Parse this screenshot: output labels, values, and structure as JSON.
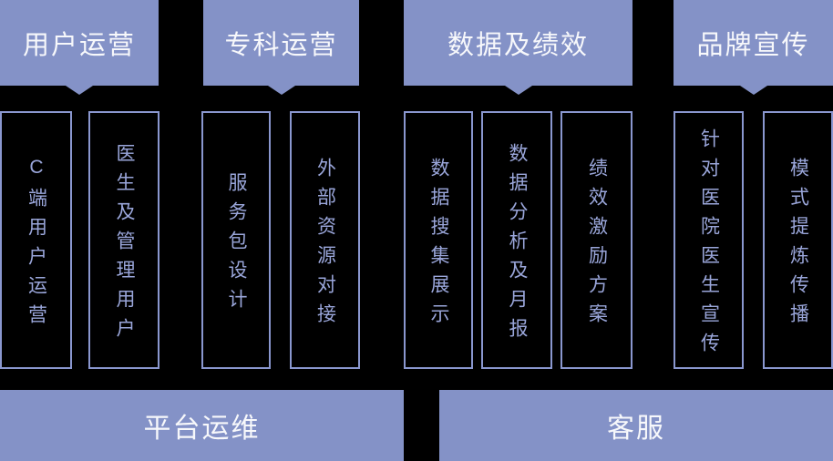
{
  "diagram": {
    "colors": {
      "background": "#000000",
      "fill": "#8492c7",
      "header_text": "#f7f8fb",
      "box_border": "#8a97cf",
      "box_text": "#9aa6da",
      "footer_text": "#f7f8fb"
    },
    "groups": [
      {
        "header": "用户运营",
        "items": [
          "C端用户运营",
          "医生及管理用户"
        ]
      },
      {
        "header": "专科运营",
        "items": [
          "服务包设计",
          "外部资源对接"
        ]
      },
      {
        "header": "数据及绩效",
        "items": [
          "数据搜集展示",
          "数据分析及月报",
          "绩效激励方案"
        ]
      },
      {
        "header": "品牌宣传",
        "items": [
          "针对医院医生宣传",
          "模式提炼传播"
        ]
      }
    ],
    "footers": [
      "平台运维",
      "客服"
    ]
  }
}
